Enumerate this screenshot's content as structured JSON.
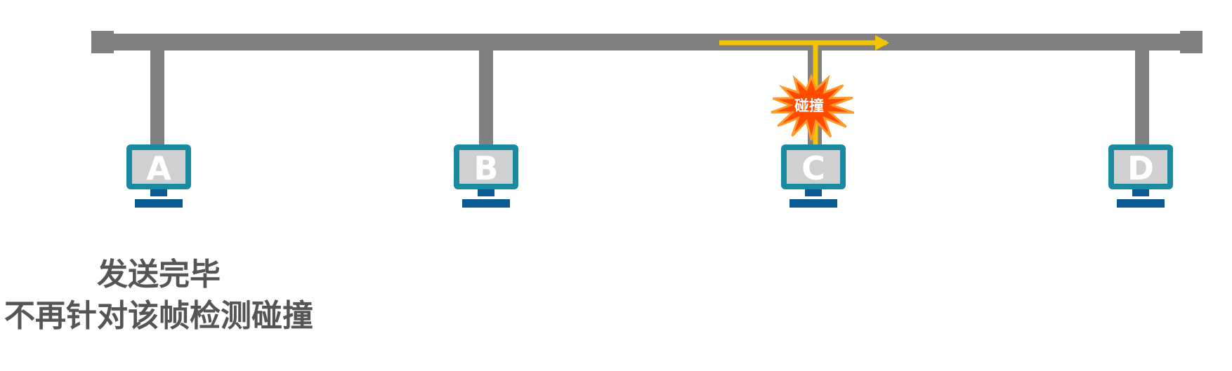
{
  "stations": [
    "A",
    "B",
    "C",
    "D"
  ],
  "collision": {
    "label": "碰撞",
    "station": "C"
  },
  "caption": {
    "line1": "发送完毕",
    "line2": "不再针对该帧检测碰撞"
  },
  "colors": {
    "bus": "#808080",
    "monitor_frame": "#1a8aa0",
    "monitor_screen": "#d0d0d0",
    "monitor_base": "#0a5a93",
    "signal": "#f5c400",
    "burst_fill": "#ff4a00",
    "burst_stroke": "#ff9a2a",
    "caption_text": "#555555"
  },
  "icons": {
    "signal_arrow": "arrow-right-icon",
    "collision": "collision-burst-icon"
  }
}
